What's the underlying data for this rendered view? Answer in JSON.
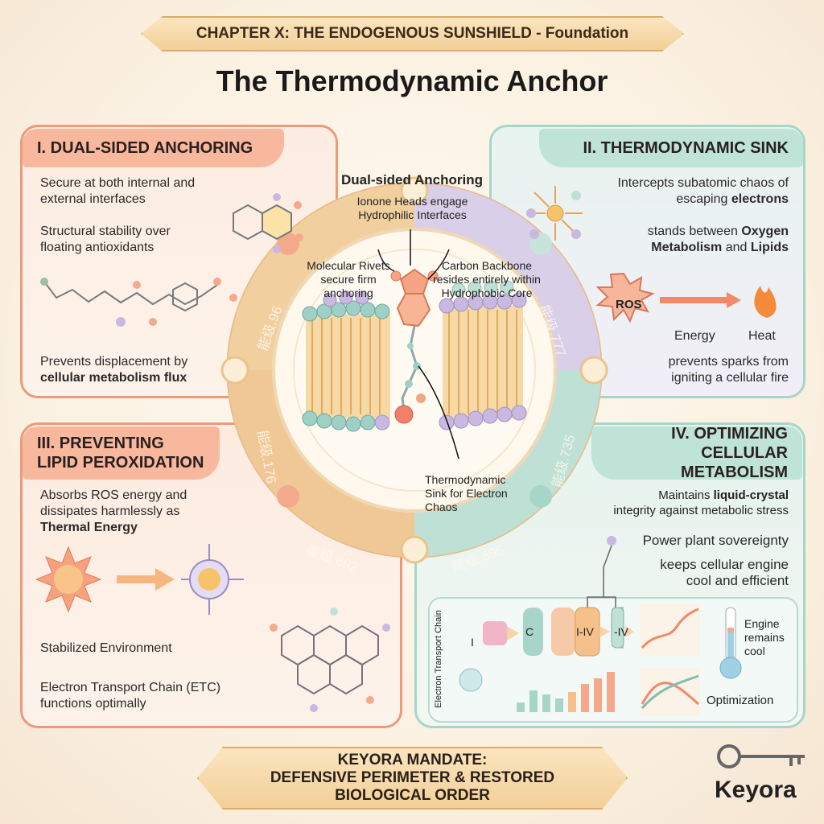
{
  "header": {
    "chapter": "CHAPTER X: THE ENDOGENOUS SUNSHIELD - Foundation",
    "title": "The Thermodynamic Anchor"
  },
  "panel1": {
    "title": "I. DUAL-SIDED ANCHORING",
    "text1": "Secure at both internal and external interfaces",
    "text2": "Structural stability over floating antioxidants",
    "text3a": "Prevents displacement by",
    "text3b": "cellular metabolism flux"
  },
  "panel2": {
    "title": "II. THERMODYNAMIC SINK",
    "text1a": "Intercepts subatomic chaos of escaping",
    "text1b": "electrons",
    "text2a": "stands between",
    "text2b": "Oxygen Metabolism",
    "text2c": "and",
    "text2d": "Lipids",
    "ros": "ROS",
    "energy": "Energy",
    "heat": "Heat",
    "text3": "prevents sparks from igniting a cellular fire"
  },
  "panel3": {
    "title_line1": "III. PREVENTING",
    "title_line2": "LIPID PEROXIDATION",
    "text1a": "Absorbs ROS energy and dissipates harmlessly as",
    "text1b": "Thermal Energy",
    "text2": "Stabilized Environment",
    "text3": "Electron Transport Chain (ETC) functions optimally"
  },
  "panel4": {
    "title_line1": "IV. OPTIMIZING",
    "title_line2": "CELLULAR METABOLISM",
    "text1a": "Maintains",
    "text1b": "liquid-crystal",
    "text1c": "integrity against metabolic stress",
    "text2": "Power plant sovereignty",
    "text3": "keeps cellular engine cool and efficient",
    "etc_label": "Electron Transport Chain",
    "etc_boxes": [
      "I",
      "C",
      "I-IV",
      "-IV"
    ],
    "engine": "Engine remains cool",
    "optimization": "Optimization"
  },
  "center": {
    "heading": "Dual-sided Anchoring",
    "sub": "Ionone Heads engage Hydrophilic Interfaces",
    "rivets": "Molecular Rivets secure firm anchoring",
    "backbone": "Carbon Backbone resides entirely within Hydrophobic Core",
    "sink": "Thermodynamic Sink for Electron Chaos",
    "ring_labels": [
      "能级.96",
      "能级.777",
      "能级.176",
      "能级.735",
      "能级.692",
      "能级.695"
    ]
  },
  "footer": {
    "mandate_line1": "KEYORA MANDATE:",
    "mandate_line2": "DEFENSIVE PERIMETER & RESTORED",
    "mandate_line3": "BIOLOGICAL ORDER",
    "brand": "Keyora"
  },
  "colors": {
    "coral": "#ec9a7c",
    "teal": "#a7d6c9",
    "lavender": "#c9bde0",
    "gold": "#e9c48c"
  }
}
